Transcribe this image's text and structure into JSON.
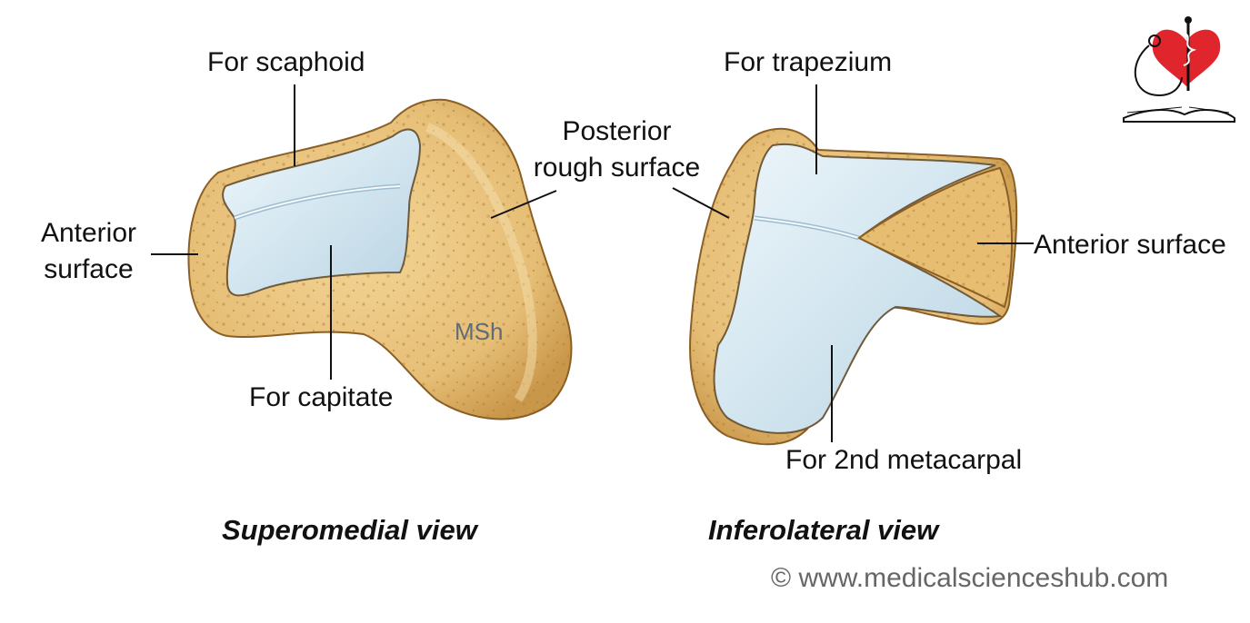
{
  "views": [
    {
      "id": "superomedial",
      "caption": "Superomedial view",
      "labels": {
        "for_scaphoid": "For scaphoid",
        "posterior_rough_surface_line1": "Posterior",
        "posterior_rough_surface_line2": "rough surface",
        "anterior_surface_line1": "Anterior",
        "anterior_surface_line2": "surface",
        "for_capitate": "For capitate",
        "msh": "MSh"
      }
    },
    {
      "id": "inferolateral",
      "caption": "Inferolateral view",
      "labels": {
        "for_trapezium": "For trapezium",
        "anterior_surface": "Anterior surface",
        "for_2nd_metacarpal": "For 2nd metacarpal"
      }
    }
  ],
  "copyright": "© www.medicalscienceshub.com",
  "colors": {
    "bone": "#e9c47f",
    "bone_dark": "#c9974a",
    "cartilage": "#cfe3ee",
    "cartilage_light": "#e8f2f8",
    "logo_heart": "#e0262c"
  },
  "icons": [
    "medical-sciences-hub-logo"
  ]
}
